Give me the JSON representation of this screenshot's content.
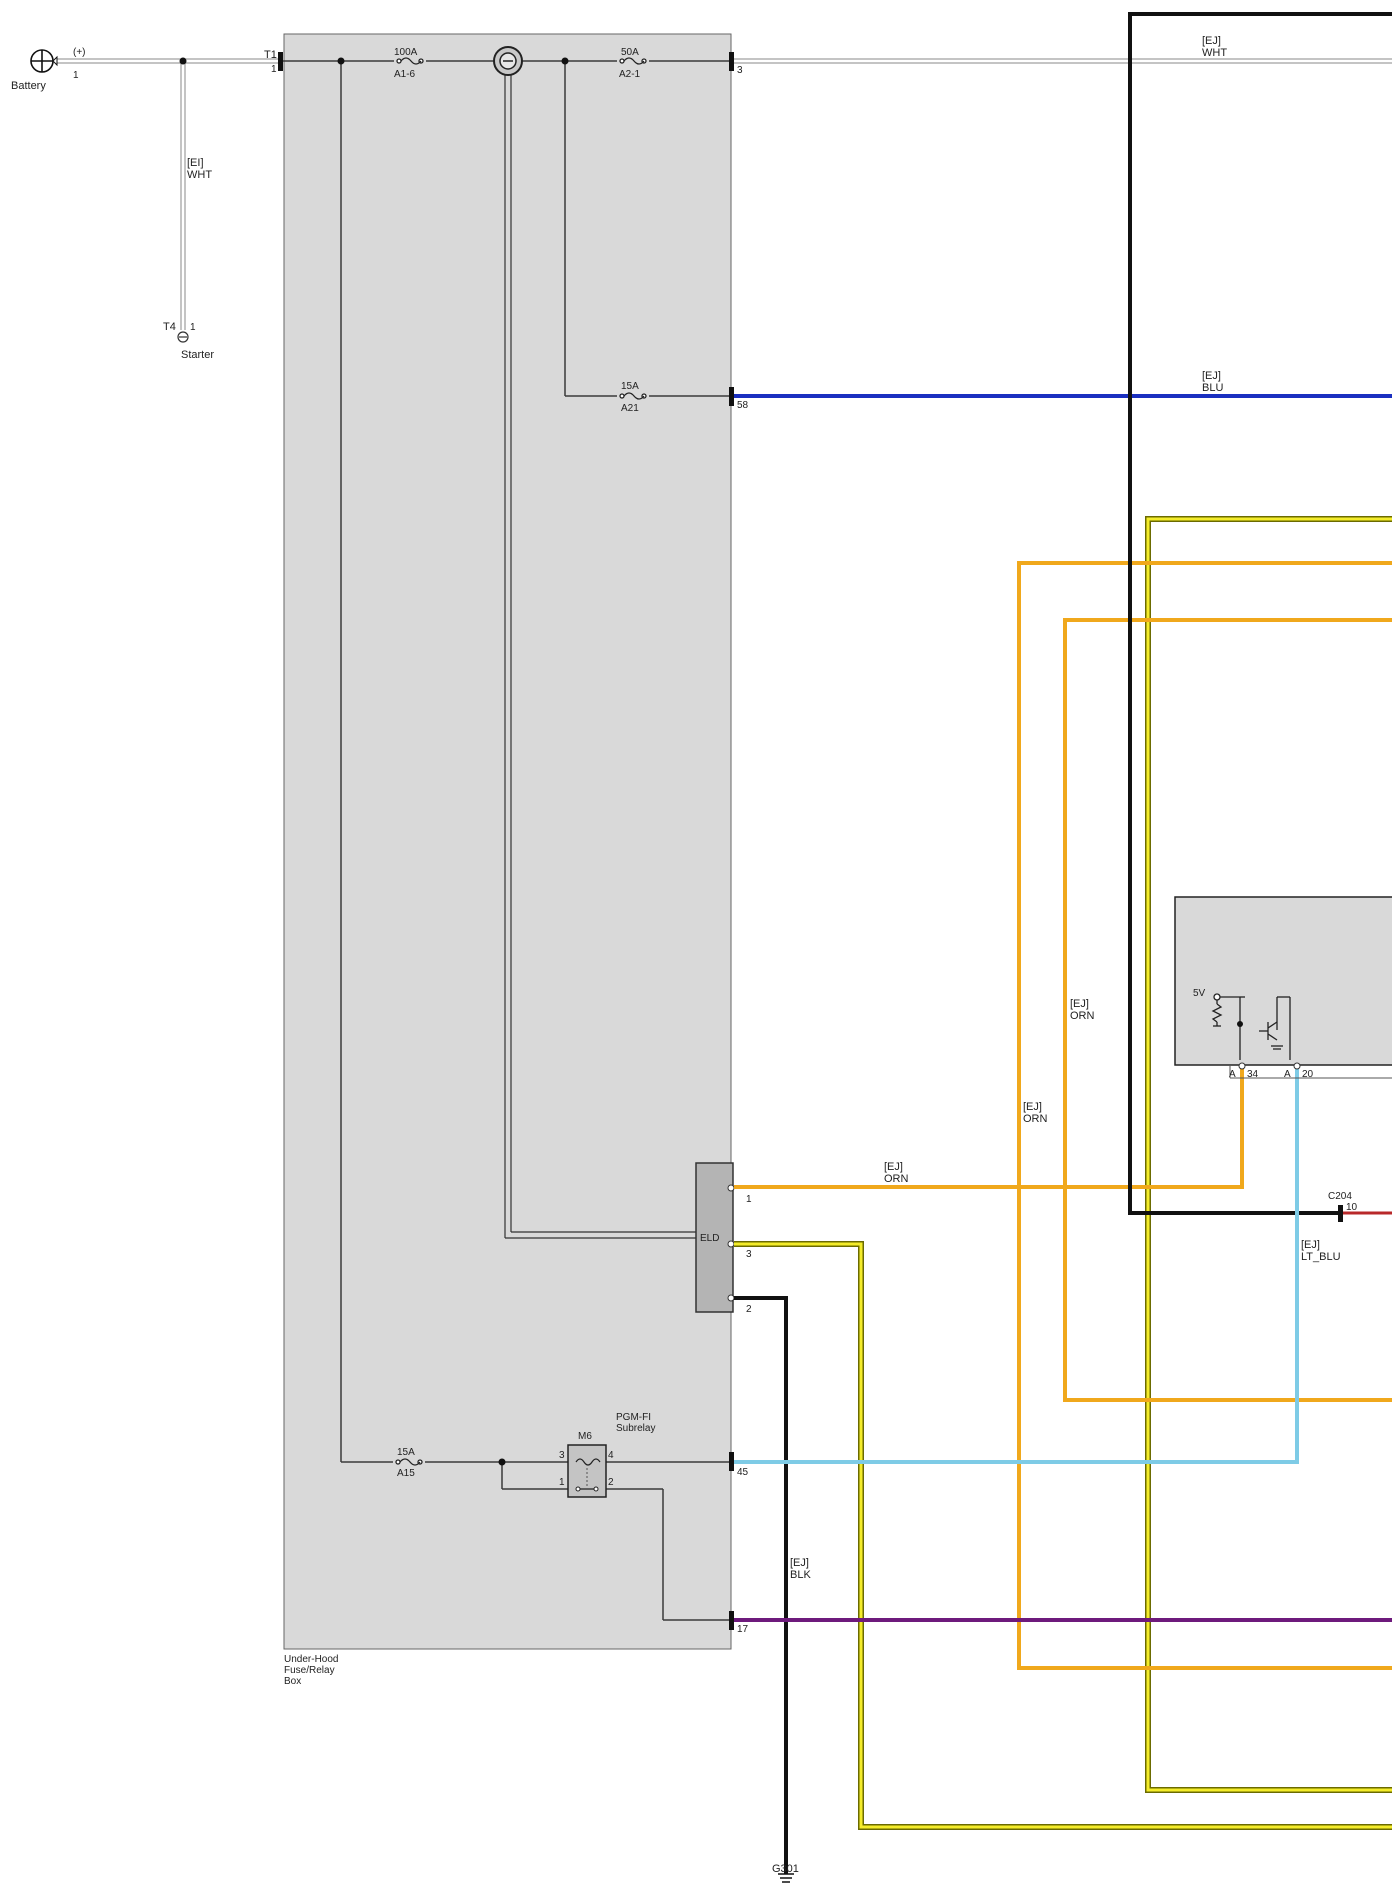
{
  "colors": {
    "white_wire": "#ffffff",
    "wire_outline": "#8a8a8a",
    "blue_wire": "#1a2fc0",
    "orange_wire": "#f0a81c",
    "yellow_wire": "#f4ec2a",
    "lt_blue_wire": "#7ecbe6",
    "black_wire": "#111111",
    "purple_wire": "#6e1a7c",
    "red_wire": "#b8282a",
    "box_fill": "#d9d9d9",
    "internal_line": "#3a3a3a"
  },
  "battery": {
    "name": "Battery",
    "polarity": "(+)",
    "pin": "1"
  },
  "starter": {
    "name": "Starter",
    "connector": "T4",
    "pin": "1",
    "wire_label": "[EI]",
    "wire_color": "WHT"
  },
  "fuse_box": {
    "name_line1": "Under-Hood",
    "name_line2": "Fuse/Relay",
    "name_line3": "Box",
    "in_connector": "T1",
    "in_pin": "1",
    "fuses": [
      {
        "rating": "100A",
        "id": "A1-6"
      },
      {
        "rating": "50A",
        "id": "A2-1"
      },
      {
        "rating": "15A",
        "id": "A21"
      },
      {
        "rating": "15A",
        "id": "A15"
      }
    ],
    "terminals": {
      "t3": "3",
      "t58": "58",
      "t45": "45",
      "t17": "17"
    },
    "eld": {
      "label": "ELD",
      "pins": [
        "1",
        "3",
        "2"
      ]
    },
    "relay": {
      "id": "M6",
      "name_line1": "PGM-FI",
      "name_line2": "Subrelay",
      "pins": [
        "3",
        "4",
        "1",
        "2"
      ]
    }
  },
  "wires": {
    "w_wht": {
      "system": "[EJ]",
      "color": "WHT"
    },
    "w_blu": {
      "system": "[EJ]",
      "color": "BLU"
    },
    "w_orn_eld": {
      "system": "[EJ]",
      "color": "ORN"
    },
    "w_orn_a": {
      "system": "[EJ]",
      "color": "ORN"
    },
    "w_orn_b": {
      "system": "[EJ]",
      "color": "ORN"
    },
    "w_blk": {
      "system": "[EJ]",
      "color": "BLK"
    },
    "w_ltblu": {
      "system": "[EJ]",
      "color": "LT_BLU"
    }
  },
  "module": {
    "voltage": "5V",
    "pin_a34_letter": "A",
    "pin_a34_num": "34",
    "pin_a20_letter": "A",
    "pin_a20_num": "20"
  },
  "c204": {
    "connector": "C204",
    "pin": "10"
  },
  "ground": {
    "id": "G301"
  }
}
